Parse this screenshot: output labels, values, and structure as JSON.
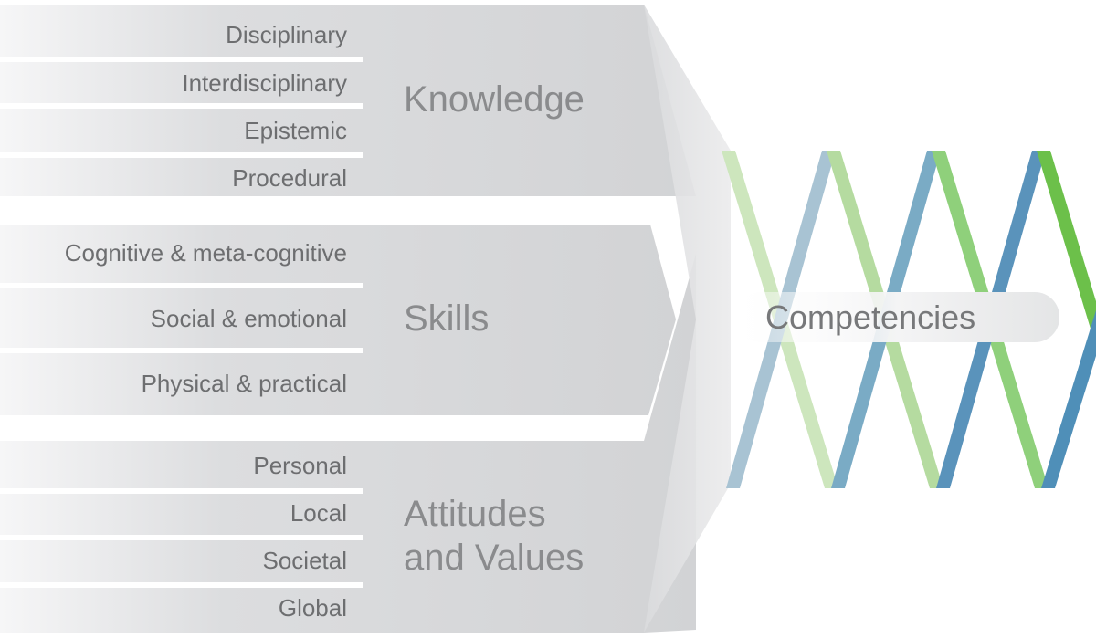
{
  "groups": [
    {
      "name": "Knowledge",
      "items": [
        "Disciplinary",
        "Interdisciplinary",
        "Epistemic",
        "Procedural"
      ]
    },
    {
      "name": "Skills",
      "items": [
        "Cognitive & meta-cognitive",
        "Social & emotional",
        "Physical & practical"
      ]
    },
    {
      "attitudes_line1": "Attitudes",
      "attitudes_line2": "and Values",
      "items": [
        "Personal",
        "Local",
        "Societal",
        "Global"
      ]
    }
  ],
  "target": "Competencies",
  "colors": {
    "band_light": "#f3f3f4",
    "band_dark": "#d3d4d6",
    "divider": "#ffffff",
    "sub_text": "#6d6e70",
    "category_text": "#8a8b8d",
    "green_light": "#cde6bd",
    "blue_light": "#a8c3d3",
    "green_mid": "#b5dba0",
    "blue_mid": "#7aabc5",
    "green_strong": "#8fd07b",
    "blue_strong": "#4f8fb8",
    "green_bright": "#6cc04a"
  }
}
